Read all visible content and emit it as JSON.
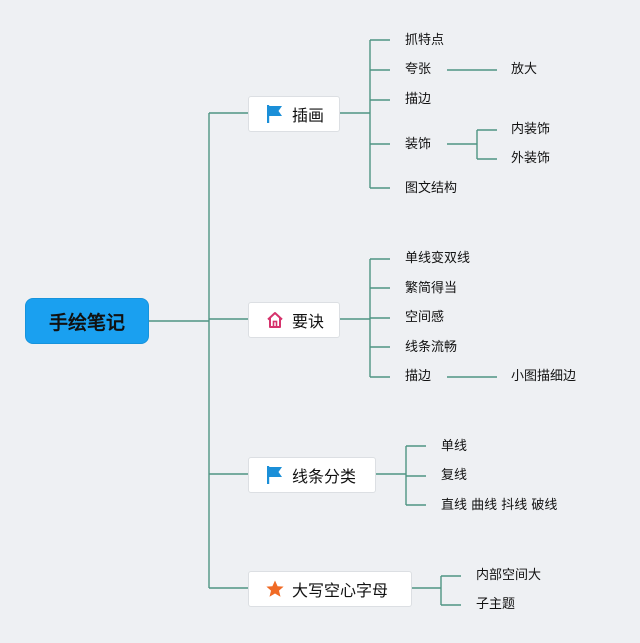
{
  "root": {
    "label": "手绘笔记"
  },
  "branches": [
    {
      "label": "插画",
      "icon": "flag-icon",
      "children": [
        {
          "label": "抓特点"
        },
        {
          "label": "夸张",
          "children": [
            {
              "label": "放大"
            }
          ]
        },
        {
          "label": "描边"
        },
        {
          "label": "装饰",
          "children": [
            {
              "label": "内装饰"
            },
            {
              "label": "外装饰"
            }
          ]
        },
        {
          "label": "图文结构"
        }
      ]
    },
    {
      "label": "要诀",
      "icon": "home-icon",
      "children": [
        {
          "label": "单线变双线"
        },
        {
          "label": "繁简得当"
        },
        {
          "label": "空间感"
        },
        {
          "label": "线条流畅"
        },
        {
          "label": "描边",
          "children": [
            {
              "label": "小图描细边"
            }
          ]
        }
      ]
    },
    {
      "label": "线条分类",
      "icon": "flag-icon",
      "children": [
        {
          "label": "单线"
        },
        {
          "label": "复线"
        },
        {
          "label": "直线 曲线 抖线 破线"
        }
      ]
    },
    {
      "label": "大写空心字母",
      "icon": "star-icon",
      "children": [
        {
          "label": "内部空间大"
        },
        {
          "label": "子主题"
        }
      ]
    }
  ],
  "colors": {
    "root_fill": "#1aa0f0",
    "edge": "#4f9483",
    "flag_icon": "#1b8fd8",
    "home_icon": "#d6336c",
    "star_icon": "#f06a25"
  }
}
